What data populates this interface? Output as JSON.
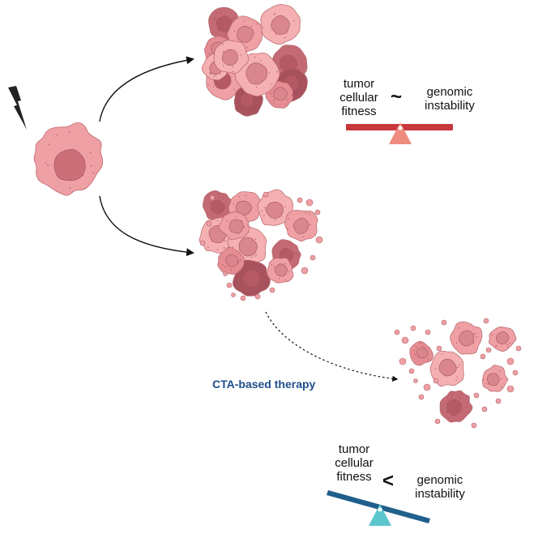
{
  "top_balance": {
    "left_label": [
      "tumor",
      "cellular",
      "fitness"
    ],
    "symbol": "~",
    "right_label": [
      "genomic",
      "instability"
    ],
    "beam_color": "#c8373c",
    "fulcrum_color": "#ef8c7f"
  },
  "bottom_balance": {
    "left_label": [
      "tumor",
      "cellular",
      "fitness"
    ],
    "symbol": "<",
    "right_label": [
      "genomic",
      "instability"
    ],
    "beam_color": "#1f5f8b",
    "fulcrum_color": "#5cc6cc"
  },
  "therapy": {
    "label": "CTA-based therapy",
    "color": "#1f4e8c"
  },
  "icons": [
    "lightning-icon",
    "single-tumor-cell",
    "tumor-cluster-stable",
    "tumor-cluster-unstable",
    "tumor-cluster-fragmented"
  ]
}
